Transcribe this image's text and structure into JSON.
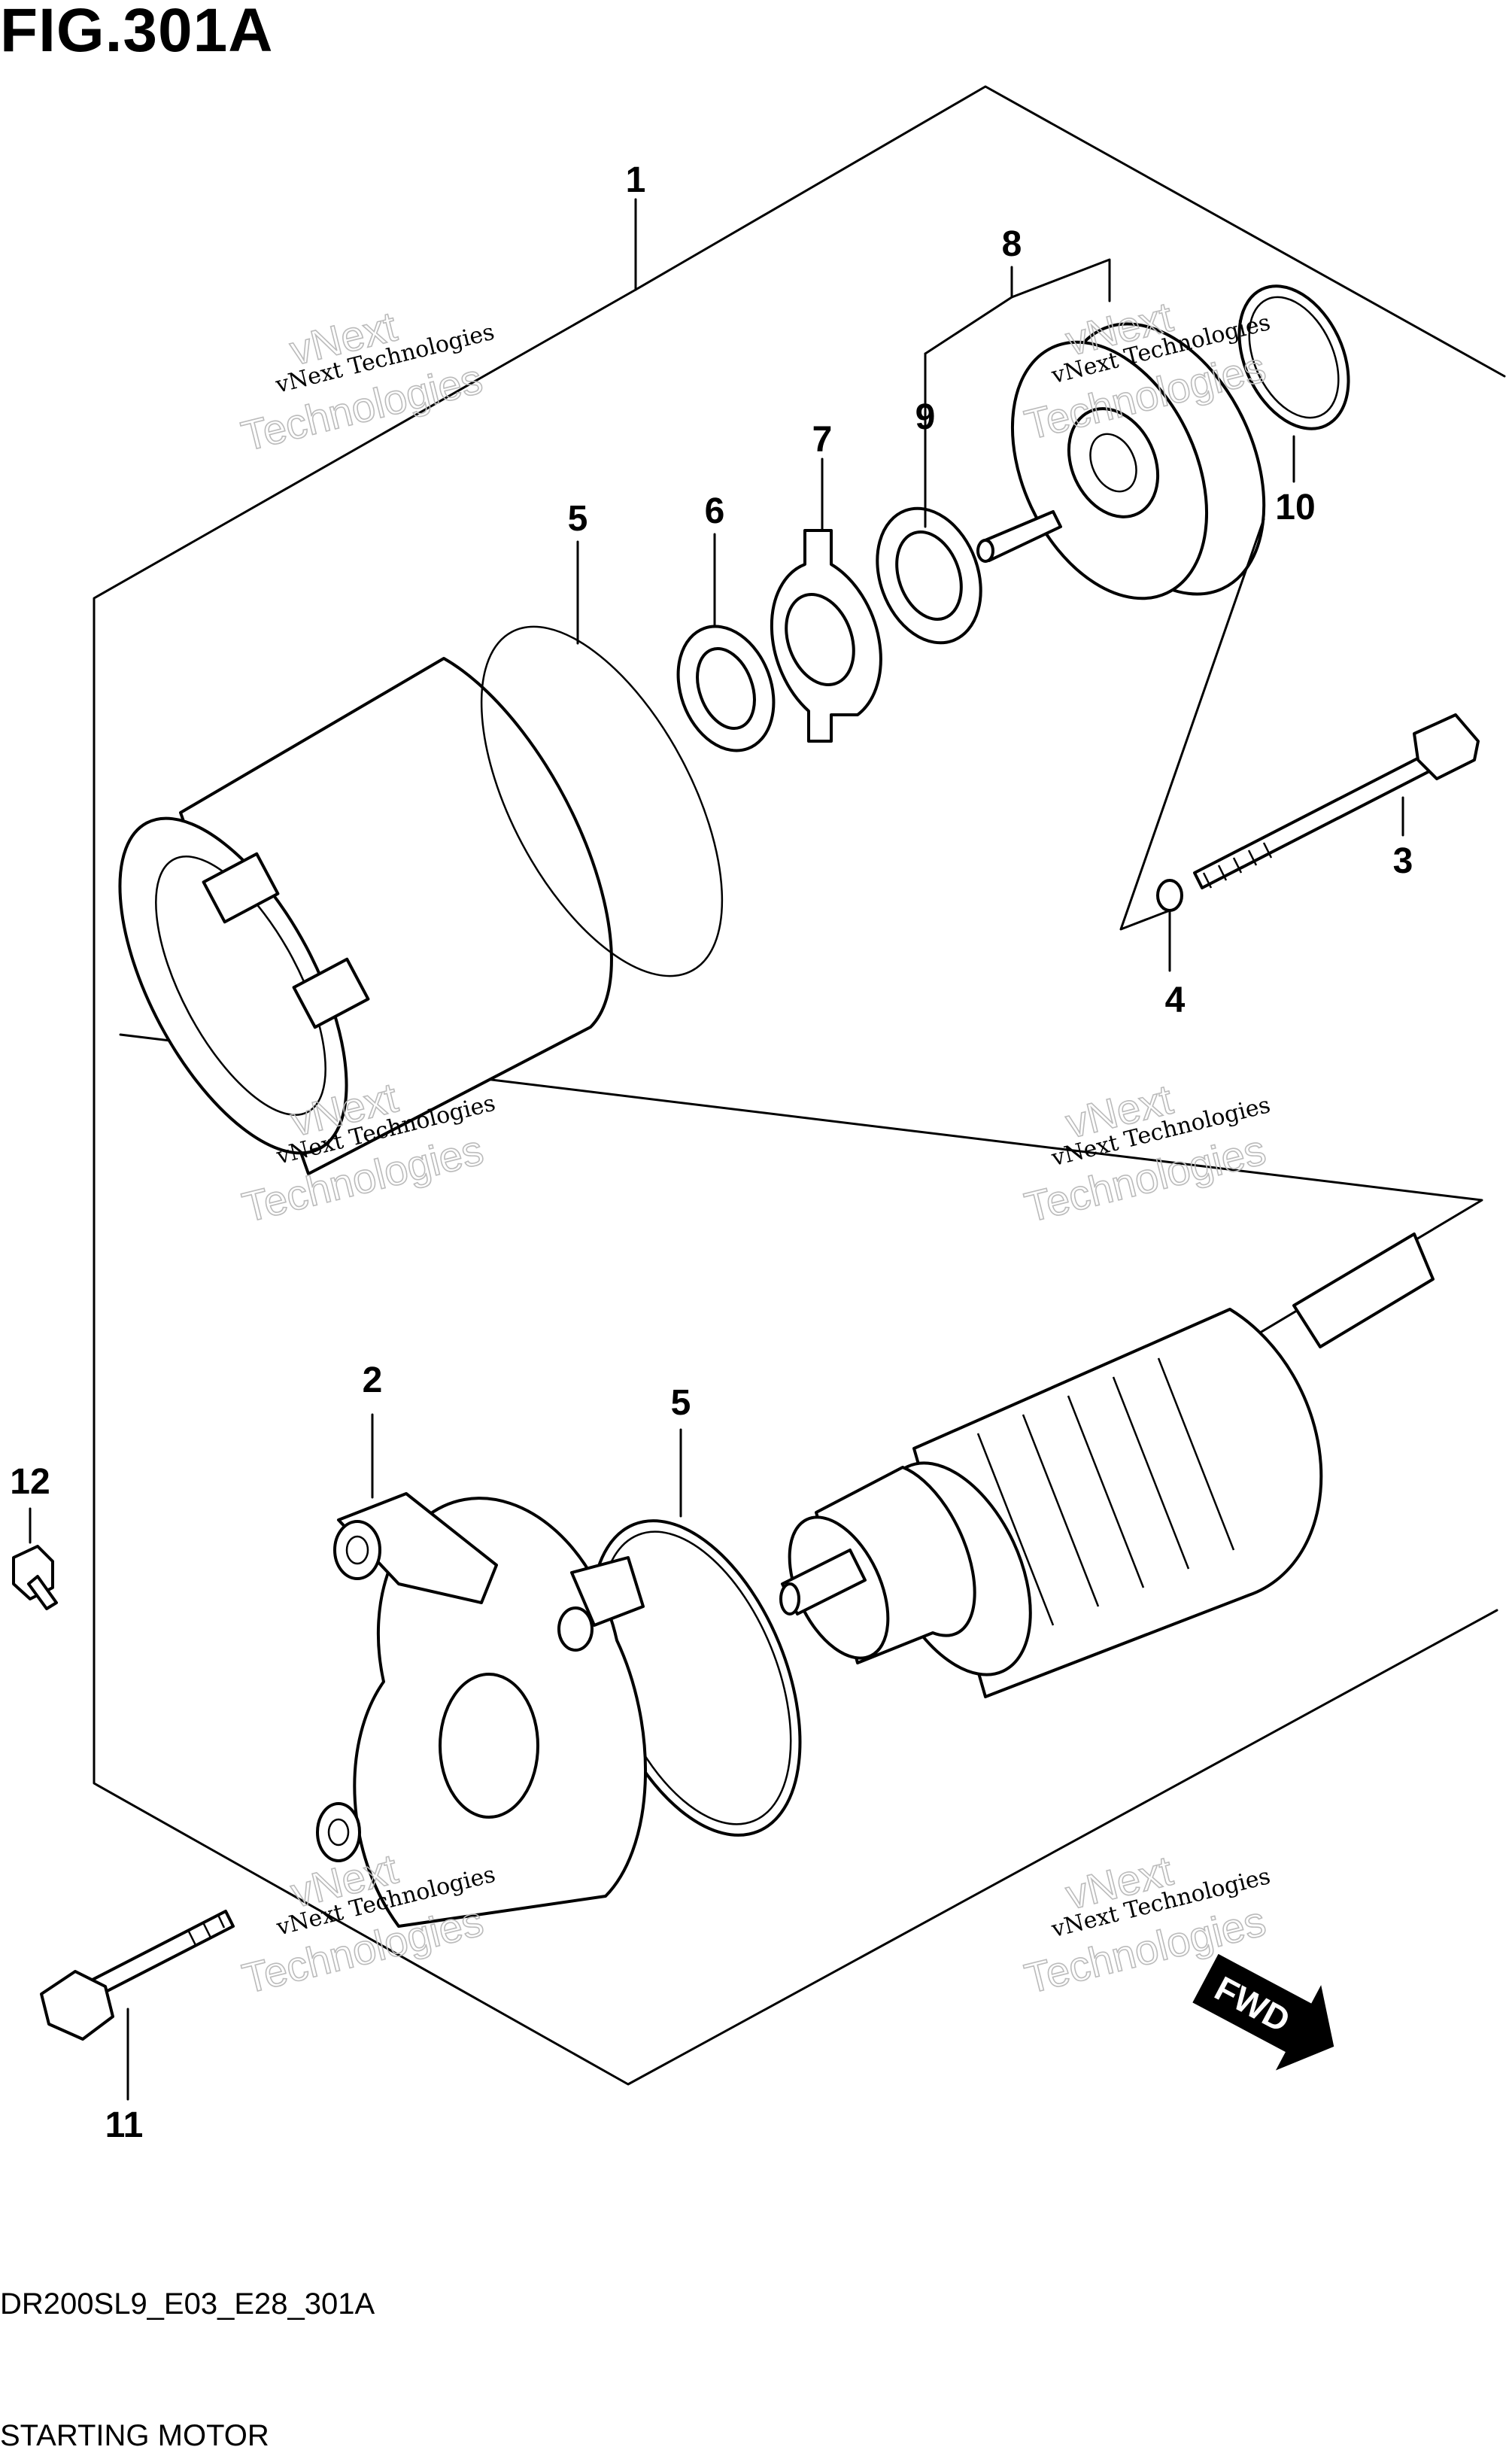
{
  "figure": {
    "title": "FIG.301A",
    "code": "DR200SL9_E03_E28_301A",
    "name": "STARTING MOTOR"
  },
  "callouts": [
    "1",
    "2",
    "3",
    "4",
    "5",
    "5",
    "6",
    "7",
    "8",
    "9",
    "10",
    "11",
    "12"
  ],
  "watermark": {
    "small": "vNext Technologies",
    "big_line1": "vNext",
    "big_line2": "Technologies"
  },
  "direction_badge": "FWD"
}
